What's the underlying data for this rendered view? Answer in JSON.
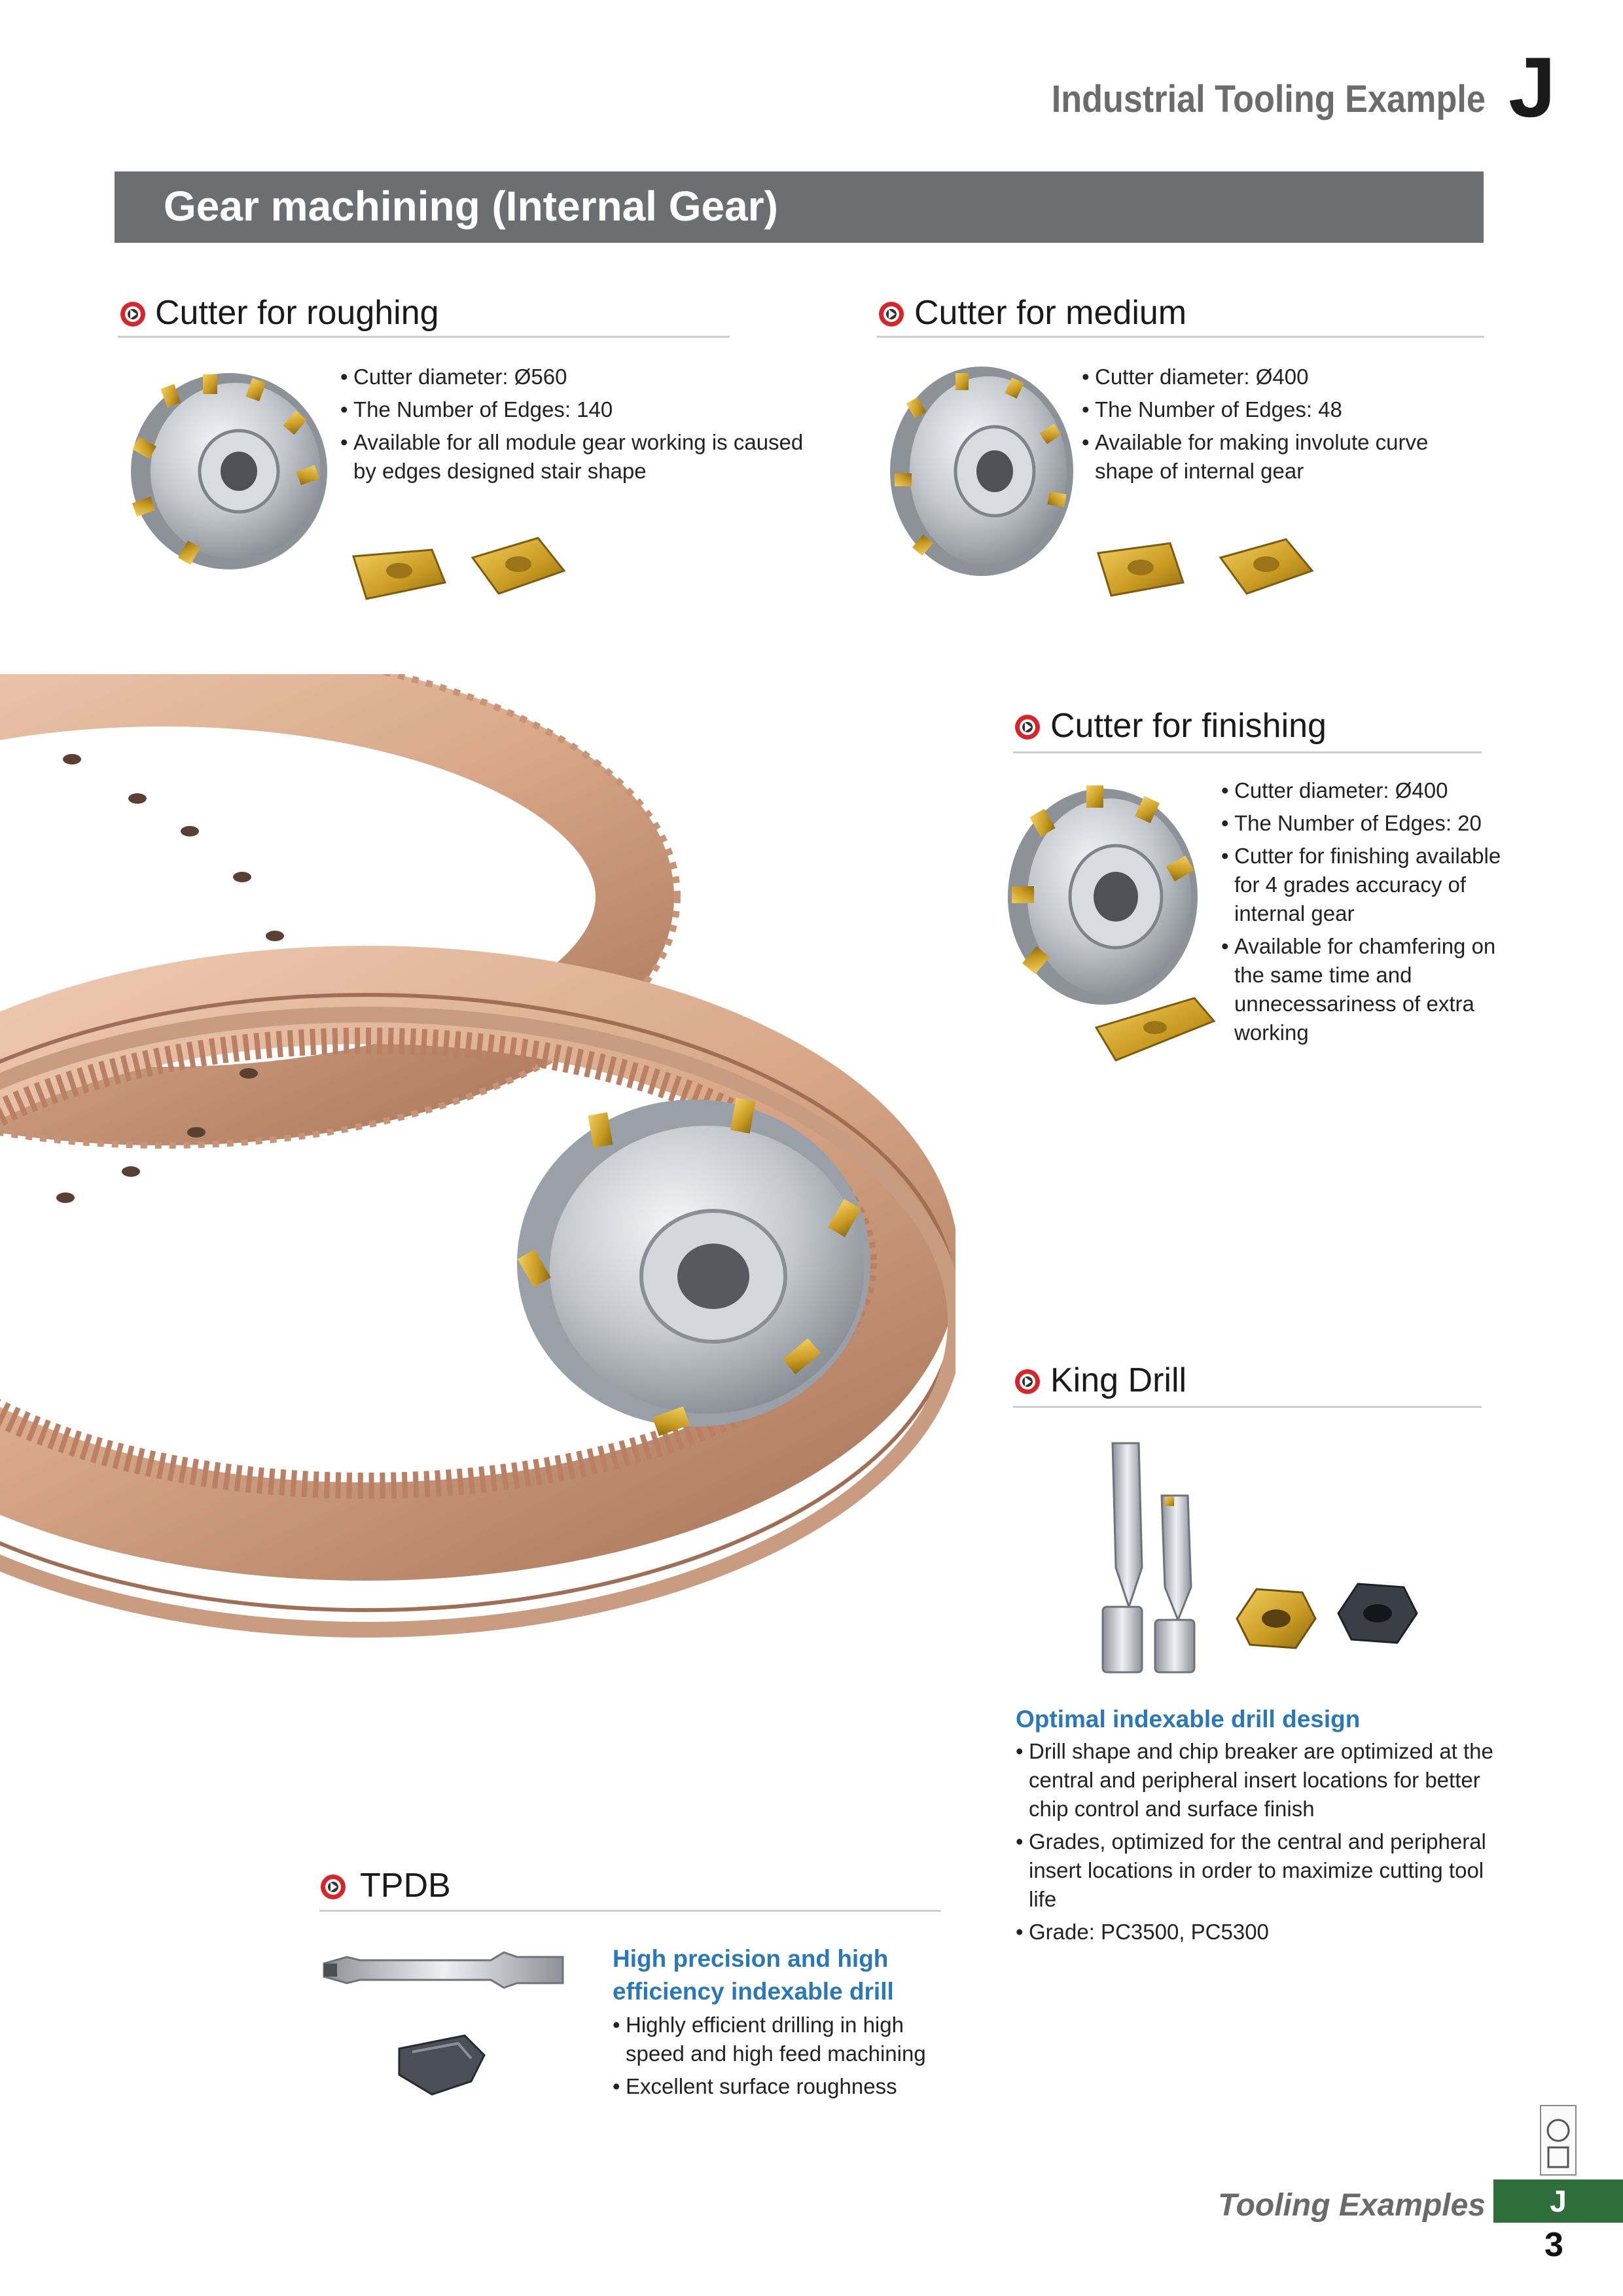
{
  "header": {
    "title": "Industrial Tooling Example",
    "letter": "J"
  },
  "banner": {
    "title": "Gear machining (Internal Gear)"
  },
  "sections": {
    "roughing": {
      "title": "Cutter for roughing",
      "bullets": [
        "Cutter diameter: Ø560",
        "The Number of Edges: 140",
        "Available for all module gear working is caused by edges designed stair shape"
      ]
    },
    "medium": {
      "title": "Cutter for medium",
      "bullets": [
        "Cutter diameter: Ø400",
        "The Number of Edges: 48",
        "Available for making involute curve shape of internal gear"
      ]
    },
    "finishing": {
      "title": "Cutter for finishing",
      "bullets": [
        "Cutter diameter: Ø400",
        "The Number of Edges: 20",
        "Cutter for finishing available for 4 grades accuracy of internal gear",
        "Available for chamfering on the same time and unnecessariness of extra working"
      ]
    },
    "kingdrill": {
      "title": "King Drill",
      "subtitle": "Optimal indexable drill design",
      "bullets": [
        "Drill shape and chip breaker are optimized at the central and peripheral insert locations for better chip control and surface finish",
        "Grades, optimized for the central and peripheral insert locations in order to maximize cutting tool life",
        "Grade: PC3500, PC5300"
      ]
    },
    "tpdb": {
      "title": "TPDB",
      "subtitle": "High precision and high efficiency indexable drill",
      "bullets": [
        "Highly efficient drilling in high speed and high feed machining",
        "Excellent surface roughness"
      ]
    }
  },
  "footer": {
    "label": "Tooling Examples",
    "tab_letter": "J",
    "page_number": "3"
  },
  "colors": {
    "banner": "#6d6e71",
    "accent_blue": "#2a78b5",
    "tab_green": "#2f6e3a",
    "gear_bronze": "#d9a98a",
    "insert_gold": "#d6a531"
  }
}
